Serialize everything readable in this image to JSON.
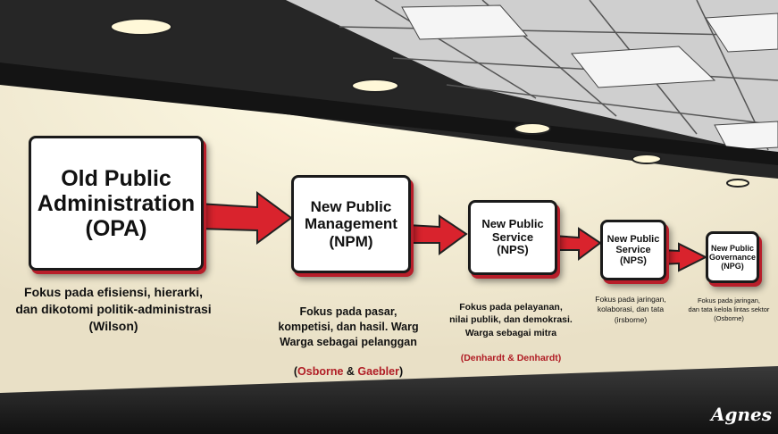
{
  "stages": [
    {
      "title": "Old Public\nAdministration\n(OPA)",
      "desc": "Fokus pada efisiensi, hierarki,\ndan dikotomi politik-administrasi\n(Wilson)"
    },
    {
      "title": "New Public\nManagement\n(NPM)",
      "desc": "Fokus pada pasar,\nkompetisi, dan hasil. Warg\nWarga sebagai pelanggan",
      "cite_open": "(",
      "cite_a": "Osborne",
      "cite_amp": " & ",
      "cite_b": "Gaebler",
      "cite_close": ")"
    },
    {
      "title": "New Public\nService\n(NPS)",
      "desc": "Fokus pada pelayanan,\nnilai publik, dan demokrasi.\nWarga sebagai mitra",
      "cite": "(Denhardt & Denhardt)"
    },
    {
      "title": "New Public\nService\n(NPS)",
      "desc": "Fokus pada jaringan,\nkolaborasi, dan tata\n(irsborne)"
    },
    {
      "title": "New Public\nGovernance\n(NPG)",
      "desc": "Fokus pada jaringan,\ndan tata kelola lintas sektor\n(Osborne)"
    }
  ],
  "signature": "Agnes",
  "colors": {
    "arrow": "#d9232d",
    "ceiling": "#2b2b2b",
    "wall": "#f7f1dc"
  }
}
